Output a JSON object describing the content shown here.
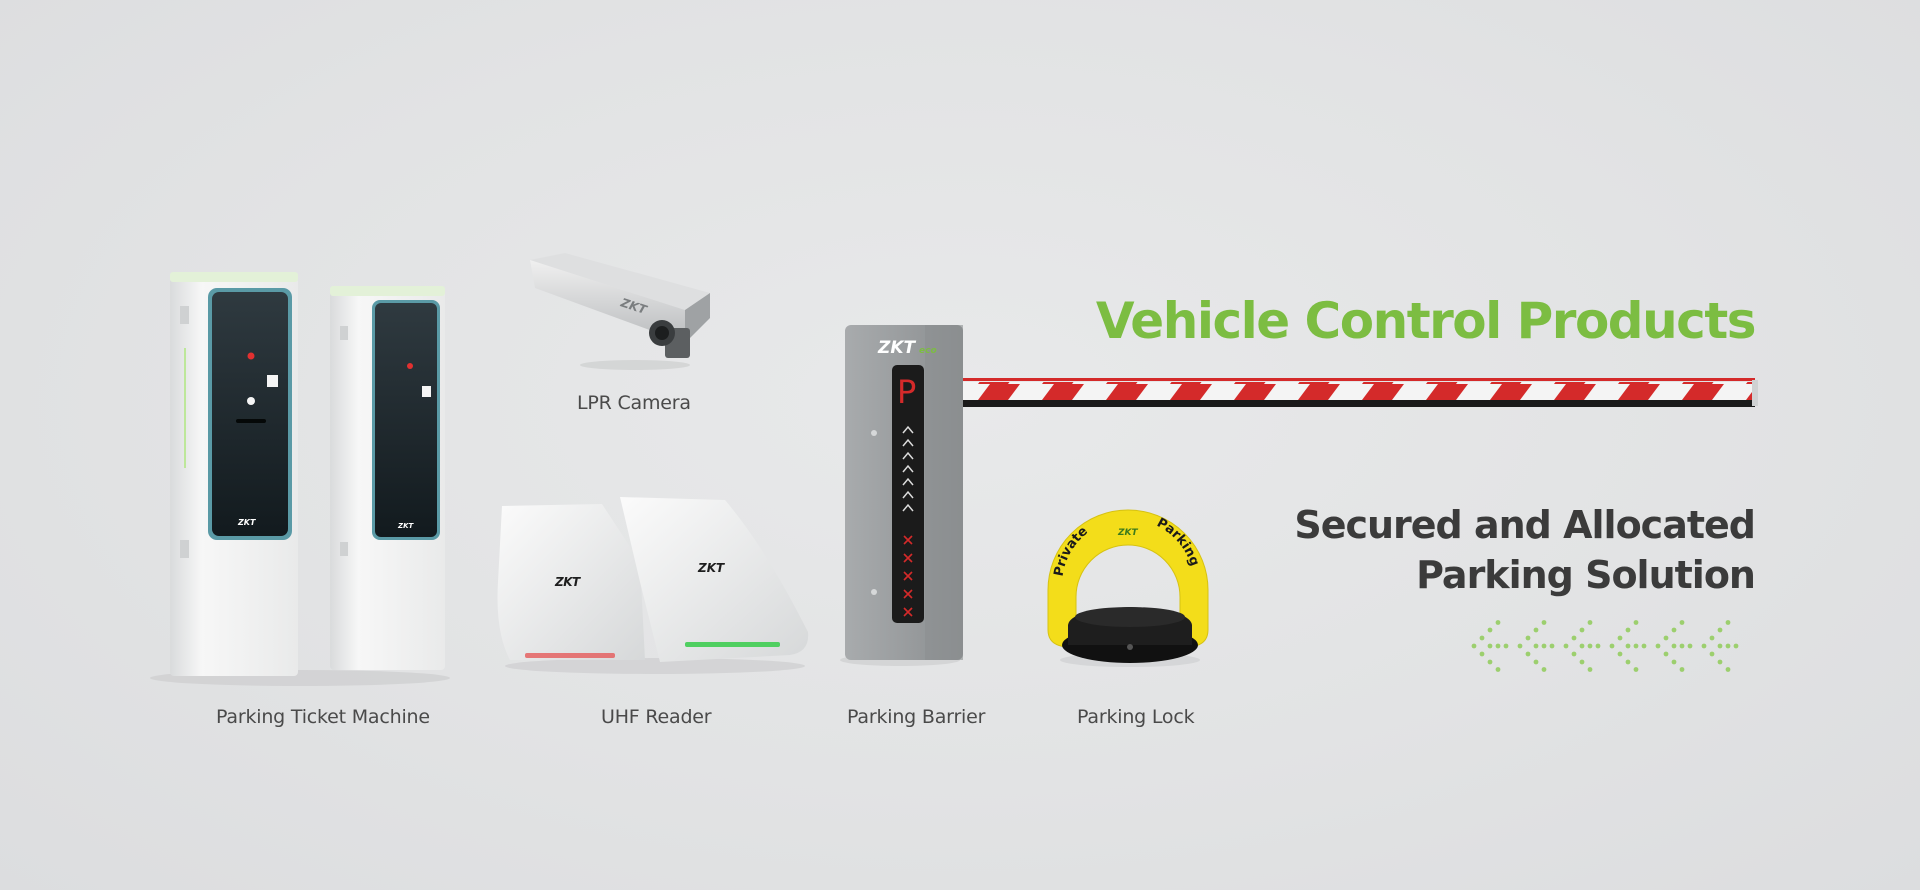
{
  "banner": {
    "headline": "Vehicle Control Products",
    "subheadline_line1": "Secured and Allocated",
    "subheadline_line2": "Parking Solution",
    "colors": {
      "accent": "#7cbd42",
      "text_dark": "#3b3b3b",
      "label": "#4a4a4a",
      "barrier_red": "#d42a2a",
      "lock_yellow": "#f3dd1a"
    }
  },
  "products": [
    {
      "name": "Parking Ticket Machine",
      "icon": "ticket-machine-icon"
    },
    {
      "name": "LPR Camera",
      "icon": "camera-icon"
    },
    {
      "name": "UHF Reader",
      "icon": "uhf-reader-icon"
    },
    {
      "name": "Parking Barrier",
      "icon": "barrier-gate-icon"
    },
    {
      "name": "Parking Lock",
      "icon": "parking-lock-icon"
    }
  ],
  "brand_marks": {
    "logo": "ZKTeco",
    "barrier_sign": "P",
    "lock_text_left": "Private",
    "lock_text_right": "Parking"
  }
}
